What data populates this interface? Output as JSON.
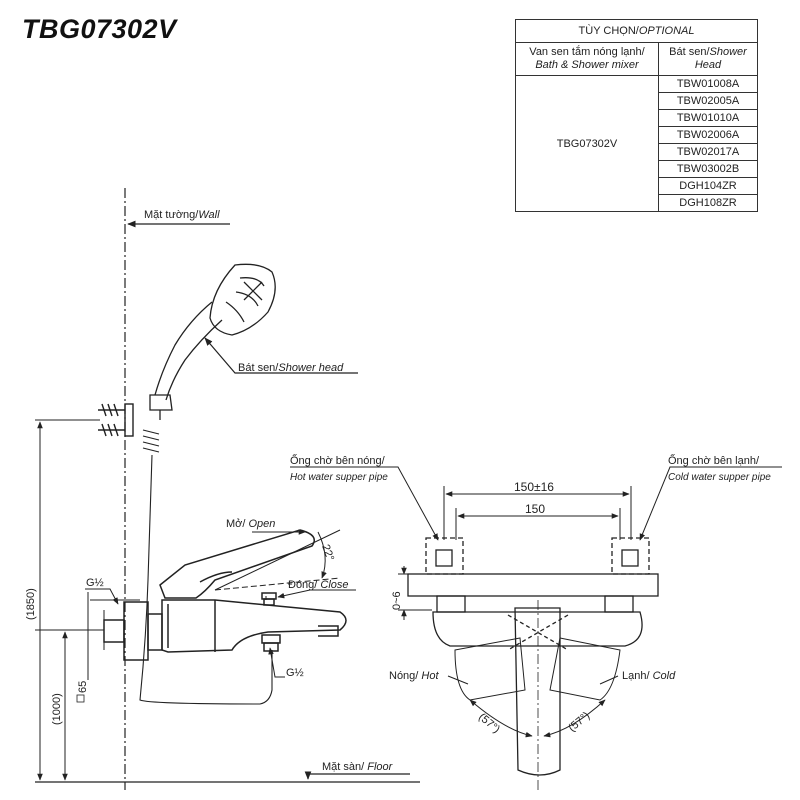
{
  "title": "TBG07302V",
  "options_table": {
    "header": {
      "vi": "TÙY CHỌN/",
      "en": "OPTIONAL"
    },
    "col1": {
      "vi": "Van sen tắm nóng lạnh/",
      "en": "Bath & Shower mixer"
    },
    "col2": {
      "vi": "Bát sen/",
      "en": "Shower Head"
    },
    "mixer_model": "TBG07302V",
    "shower_heads": [
      "TBW01008A",
      "TBW02005A",
      "TBW01010A",
      "TBW02006A",
      "TBW02017A",
      "TBW03002B",
      "DGH104ZR",
      "DGH108ZR"
    ]
  },
  "side_view": {
    "wall": {
      "vi": "Mặt tường/",
      "en": "Wall"
    },
    "shower_head": {
      "vi": "Bát sen/",
      "en": "Shower head"
    },
    "open": {
      "vi": "Mở/ ",
      "en": "Open"
    },
    "angle": "22°",
    "close": {
      "vi": "Đóng/ ",
      "en": "Close"
    },
    "thread_top": "G½",
    "thread_bottom": "G½",
    "floor": {
      "vi": "Mặt sàn/ ",
      "en": "Floor"
    },
    "dim_height_total": "(1850)",
    "dim_height_mixer": "(1000)",
    "dim_65": "65"
  },
  "front_view": {
    "hot_pipe": {
      "vi": "Ống chờ bên nóng/",
      "en": "Hot water supper pipe"
    },
    "cold_pipe": {
      "vi": "Ống chờ bên lạnh/",
      "en": "Cold water supper pipe"
    },
    "dim_outer": "150±16",
    "dim_inner": "150",
    "dim_offset": "0~6",
    "hot": {
      "vi": "Nóng/ ",
      "en": "Hot"
    },
    "cold": {
      "vi": "Lạnh/ ",
      "en": "Cold"
    },
    "angle_left": "(57°)",
    "angle_right": "(57°)"
  }
}
